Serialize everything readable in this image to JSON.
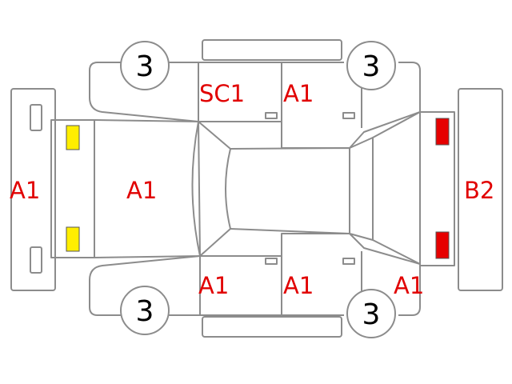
{
  "colors": {
    "outline": "#8c8c8c",
    "code_text": "#e10000",
    "wheel_text": "#000000",
    "front_lamp": "#ffee00",
    "rear_lamp": "#e60000"
  },
  "wheels": {
    "front_left": "3",
    "rear_left": "3",
    "front_right": "3",
    "rear_right": "3"
  },
  "codes": {
    "front_bumper": "A1",
    "hood": "A1",
    "front_door_top": "SC1",
    "rear_door_top": "A1",
    "rear_bumper": "B2",
    "front_door_bottom": "A1",
    "rear_door_bottom": "A1",
    "rear_quarter_bottom": "A1"
  },
  "lamps": {
    "front": "yellow-lamp-icon",
    "rear": "red-lamp-icon"
  }
}
